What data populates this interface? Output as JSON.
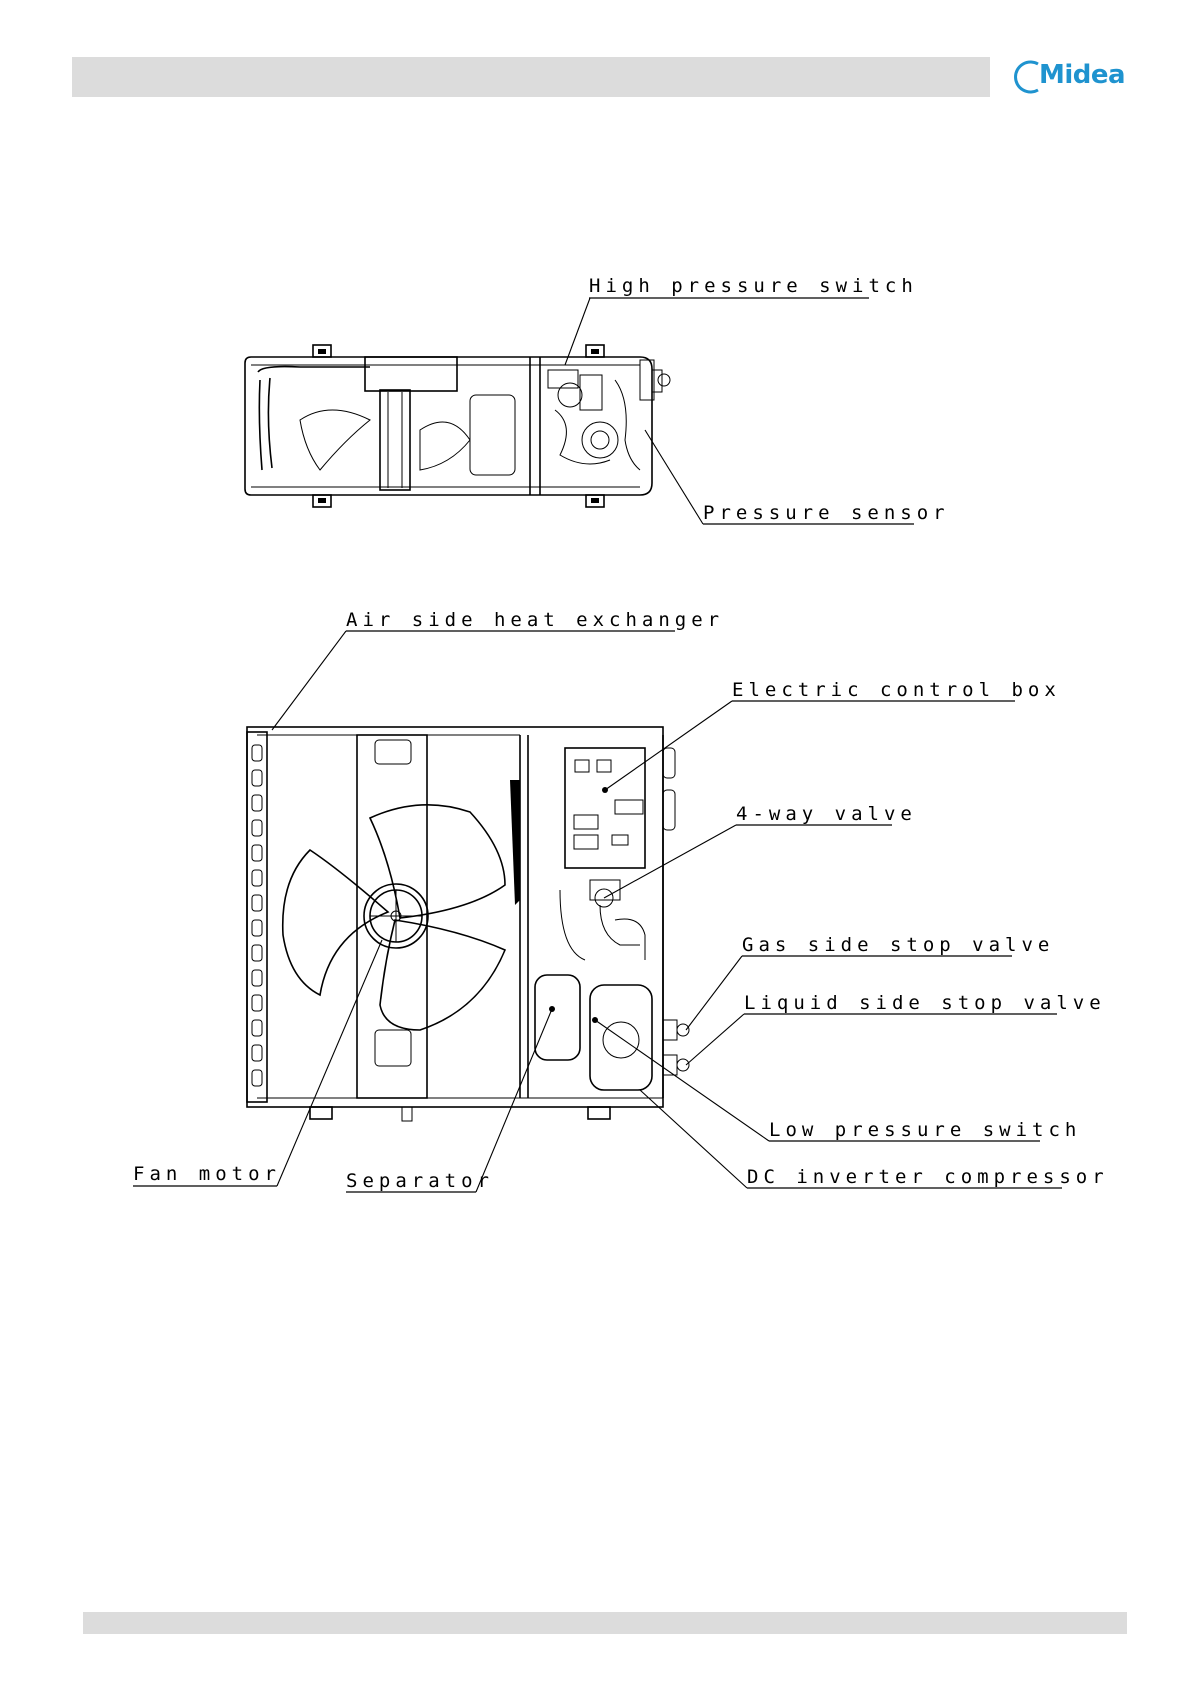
{
  "brand": {
    "name": "Midea",
    "color": "#1f93cf"
  },
  "colors": {
    "header_bar": "#dcdcdc",
    "footer_bar": "#dcdcdc",
    "line": "#000000"
  },
  "top_view": {
    "labels": {
      "high_pressure_switch": "High pressure switch",
      "pressure_sensor": "Pressure sensor"
    }
  },
  "front_view": {
    "labels": {
      "air_side_heat_exchanger": "Air side heat exchanger",
      "electric_control_box": "Electric control box",
      "four_way_valve": "4-way valve",
      "gas_side_stop_valve": "Gas side stop valve",
      "liquid_side_stop_valve": "Liquid side stop valve",
      "low_pressure_switch": "Low pressure switch",
      "dc_inverter_compressor": "DC inverter compressor",
      "fan_motor": "Fan motor",
      "separator": "Separator"
    }
  }
}
